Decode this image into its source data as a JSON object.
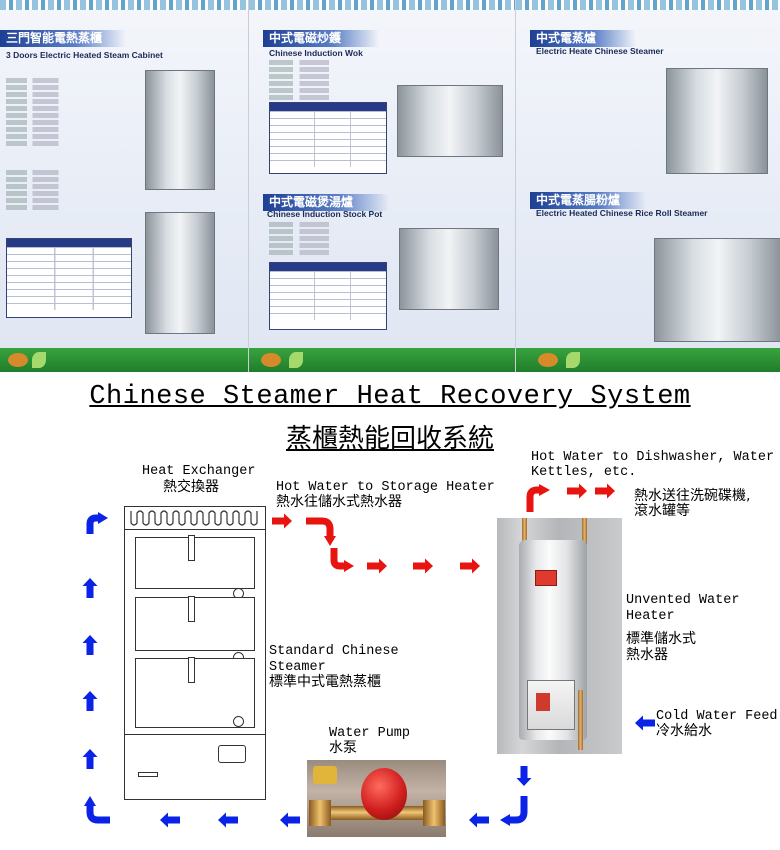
{
  "brochure": {
    "panel1": {
      "title_cn": "三門智能電熱蒸櫃",
      "title_en": "3 Doors Electric Heated Steam Cabinet"
    },
    "panel2": {
      "title_cn": "中式電磁炒鑊",
      "title_en": "Chinese Induction Wok"
    },
    "panel3": {
      "title_cn": "中式電蒸爐",
      "title_en": "Electric Heate Chinese Steamer"
    },
    "panel4": {
      "title_cn": "中式電磁煲湯爐",
      "title_en": "Chinese Induction Stock Pot"
    },
    "panel5": {
      "title_cn": "中式電蒸腸粉爐",
      "title_en": "Electric Heated Chinese Rice Roll Steamer"
    }
  },
  "diagram": {
    "title_en": "Chinese Steamer Heat Recovery System",
    "title_cn": "蒸櫃熱能回收系統",
    "heat_exchanger": {
      "en": "Heat Exchanger",
      "cn": "熱交換器"
    },
    "hot_water_storage": {
      "en": "Hot Water to Storage Heater",
      "cn": "熱水往儲水式熱水器"
    },
    "hot_water_dishwasher": {
      "en_line1": "Hot Water to Dishwasher, Water",
      "en_line2": "Kettles, etc.",
      "cn_line1": "熱水送往洗碗碟機,",
      "cn_line2": "滾水罐等"
    },
    "unvented_heater": {
      "en_line1": "Unvented Water",
      "en_line2": "Heater",
      "cn_line1": "標準儲水式",
      "cn_line2": "熱水器"
    },
    "standard_steamer": {
      "en_line1": "Standard Chinese",
      "en_line2": "Steamer",
      "cn": "標準中式電熱蒸櫃"
    },
    "cold_water_feed": {
      "en": "Cold Water Feed",
      "cn": "冷水給水"
    },
    "water_pump": {
      "en": "Water Pump",
      "cn": "水泵"
    }
  },
  "colors": {
    "hot_arrow": "#e8140f",
    "cold_arrow": "#0b23e6",
    "brochure_header": "#1d3f94",
    "footer_green": "#2e9a39"
  }
}
